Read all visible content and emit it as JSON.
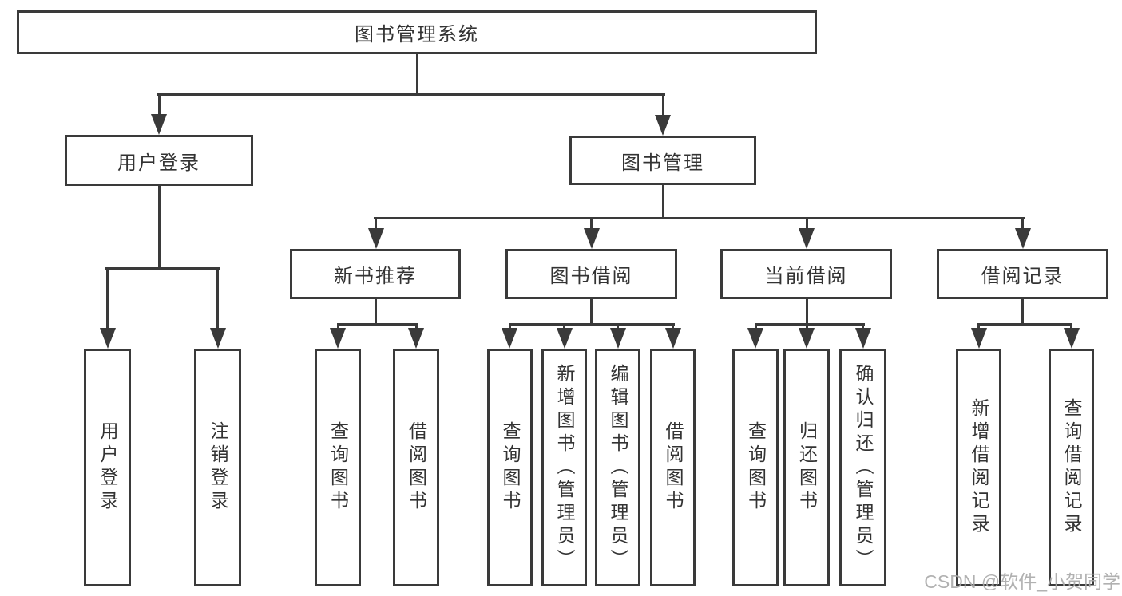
{
  "diagram": {
    "root": {
      "label": "图书管理系统"
    },
    "level2": [
      {
        "label": "用户登录"
      },
      {
        "label": "图书管理"
      }
    ],
    "level3": [
      {
        "label": "新书推荐"
      },
      {
        "label": "图书借阅"
      },
      {
        "label": "当前借阅"
      },
      {
        "label": "借阅记录"
      }
    ],
    "leaves": {
      "user_login": [
        {
          "label": "用户登录"
        },
        {
          "label": "注销登录"
        }
      ],
      "new_book_recommend": [
        {
          "label": "查询图书"
        },
        {
          "label": "借阅图书"
        }
      ],
      "book_borrow": [
        {
          "label": "查询图书"
        },
        {
          "label": "新增图书（管理员）"
        },
        {
          "label": "编辑图书（管理员）"
        },
        {
          "label": "借阅图书"
        }
      ],
      "current_borrow": [
        {
          "label": "查询图书"
        },
        {
          "label": "归还图书"
        },
        {
          "label": "确认归还（管理员）"
        }
      ],
      "borrow_record": [
        {
          "label": "新增借阅记录"
        },
        {
          "label": "查询借阅记录"
        }
      ]
    },
    "watermark": {
      "text": "CSDN @软件_小贺同学"
    },
    "colors": {
      "line": "#3a3a3a",
      "text": "#333333",
      "watermark": "#a9a9a9",
      "background": "#ffffff"
    }
  }
}
